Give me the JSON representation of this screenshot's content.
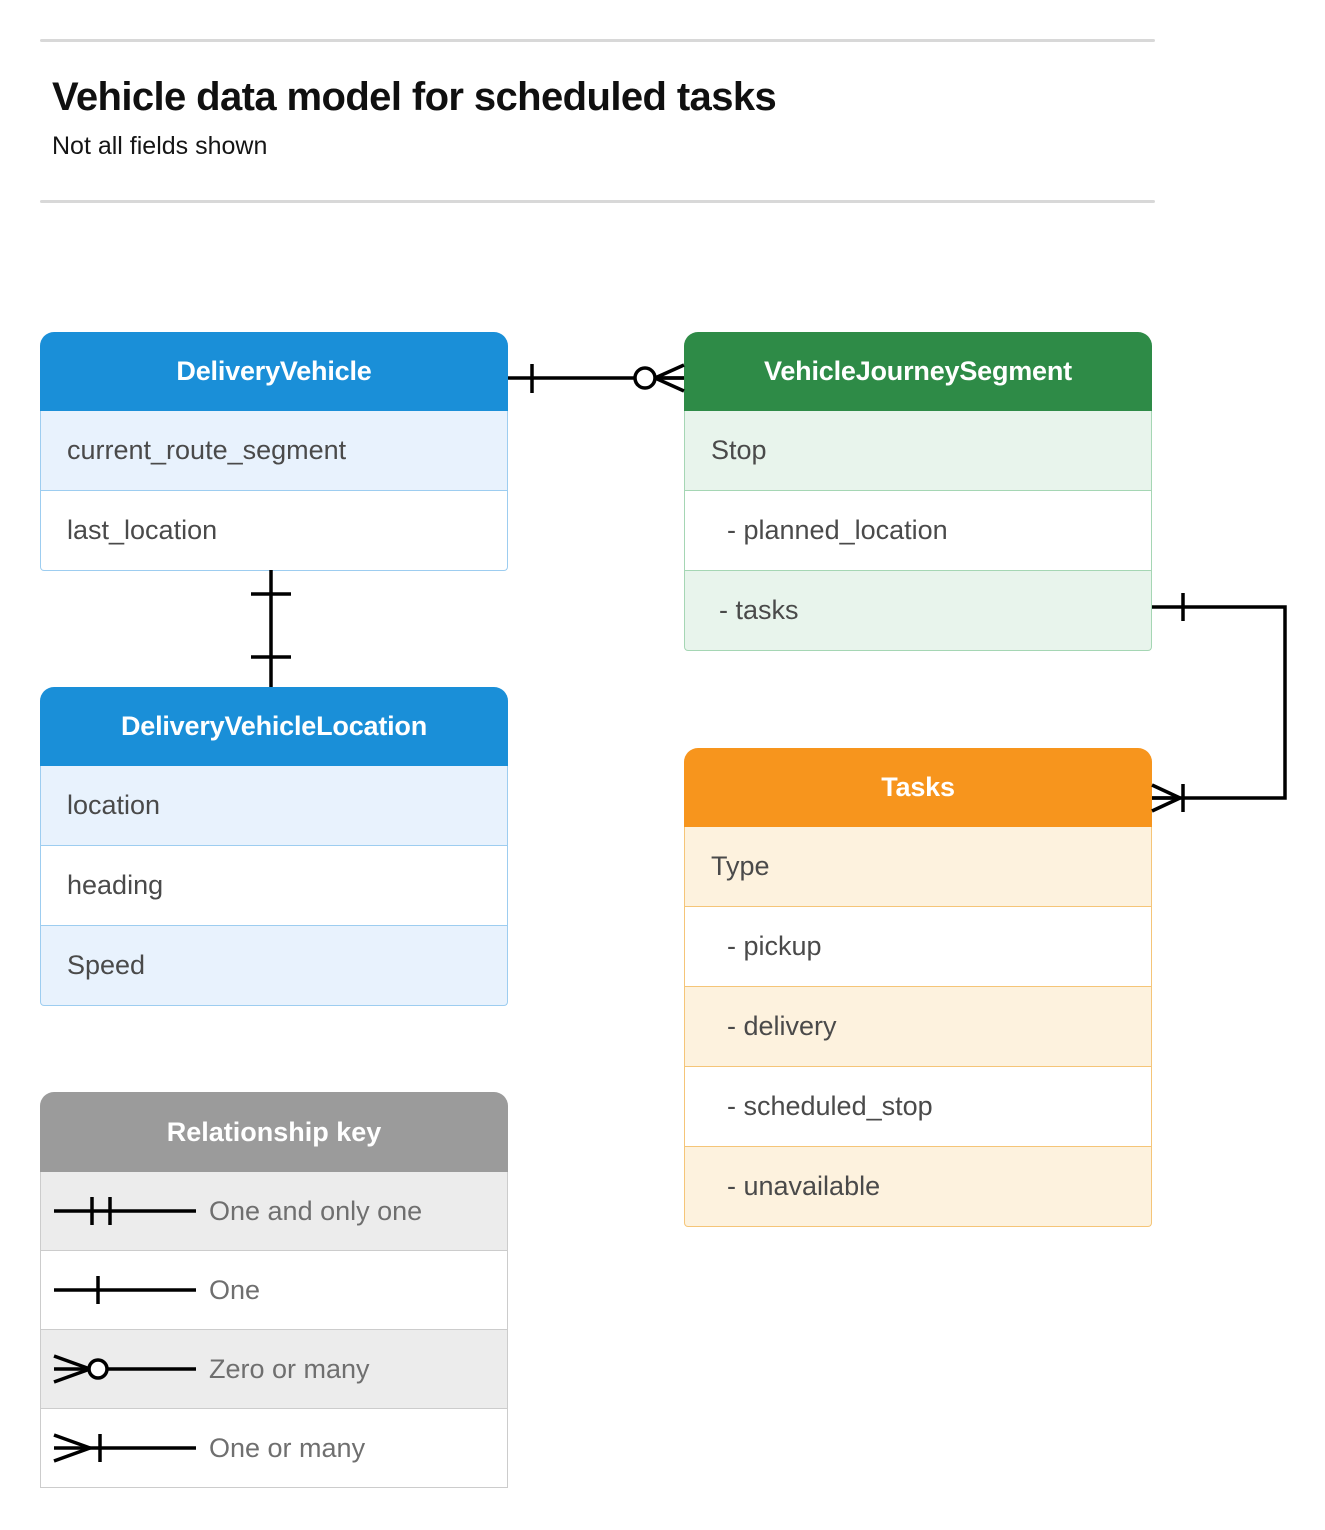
{
  "header": {
    "title": "Vehicle data model for scheduled tasks",
    "subtitle": "Not all fields shown"
  },
  "colors": {
    "blue_header": "#1a8fd8",
    "blue_row": "#e8f2fd",
    "blue_border": "#9dcdf0",
    "green_header": "#2e8b47",
    "green_row": "#e8f4ec",
    "green_border": "#a5d6b4",
    "orange_header": "#f7951d",
    "orange_row": "#fdf2de",
    "orange_border": "#f5c578",
    "grey_header": "#9b9b9b",
    "grey_row": "#ececec",
    "line": "#000000",
    "rule": "#d8d8d8"
  },
  "entities": {
    "delivery_vehicle": {
      "title": "DeliveryVehicle",
      "rows": [
        {
          "label": "current_route_segment"
        },
        {
          "label": "last_location"
        }
      ]
    },
    "vehicle_journey_segment": {
      "title": "VehicleJourneySegment",
      "rows": [
        {
          "label": "Stop"
        },
        {
          "label": "-  planned_location"
        },
        {
          "label": "- tasks"
        }
      ]
    },
    "delivery_vehicle_location": {
      "title": "DeliveryVehicleLocation",
      "rows": [
        {
          "label": "location"
        },
        {
          "label": "heading"
        },
        {
          "label": "Speed"
        }
      ]
    },
    "tasks": {
      "title": "Tasks",
      "rows": [
        {
          "label": "Type"
        },
        {
          "label": "-  pickup"
        },
        {
          "label": "-  delivery"
        },
        {
          "label": "-  scheduled_stop"
        },
        {
          "label": "-  unavailable"
        }
      ]
    }
  },
  "legend": {
    "title": "Relationship key",
    "items": [
      {
        "symbol": "one-and-only-one-symbol",
        "label": "One and only one"
      },
      {
        "symbol": "one-symbol",
        "label": "One"
      },
      {
        "symbol": "zero-or-many-symbol",
        "label": "Zero or many"
      },
      {
        "symbol": "one-or-many-symbol",
        "label": "One or many"
      }
    ]
  },
  "relationships": [
    {
      "name": "deliveryvehicle-to-vehiclejourneysegment",
      "from": "DeliveryVehicle",
      "to": "VehicleJourneySegment",
      "from_cardinality": "One",
      "to_cardinality": "Zero or many"
    },
    {
      "name": "deliveryvehicle-to-deliveryvehiclelocation",
      "from": "DeliveryVehicle",
      "to": "DeliveryVehicleLocation",
      "from_cardinality": "One",
      "to_cardinality": "One"
    },
    {
      "name": "vehiclejourneysegment-tasks-to-tasks",
      "from": "VehicleJourneySegment.tasks",
      "to": "Tasks",
      "from_cardinality": "One",
      "to_cardinality": "One or many"
    }
  ]
}
